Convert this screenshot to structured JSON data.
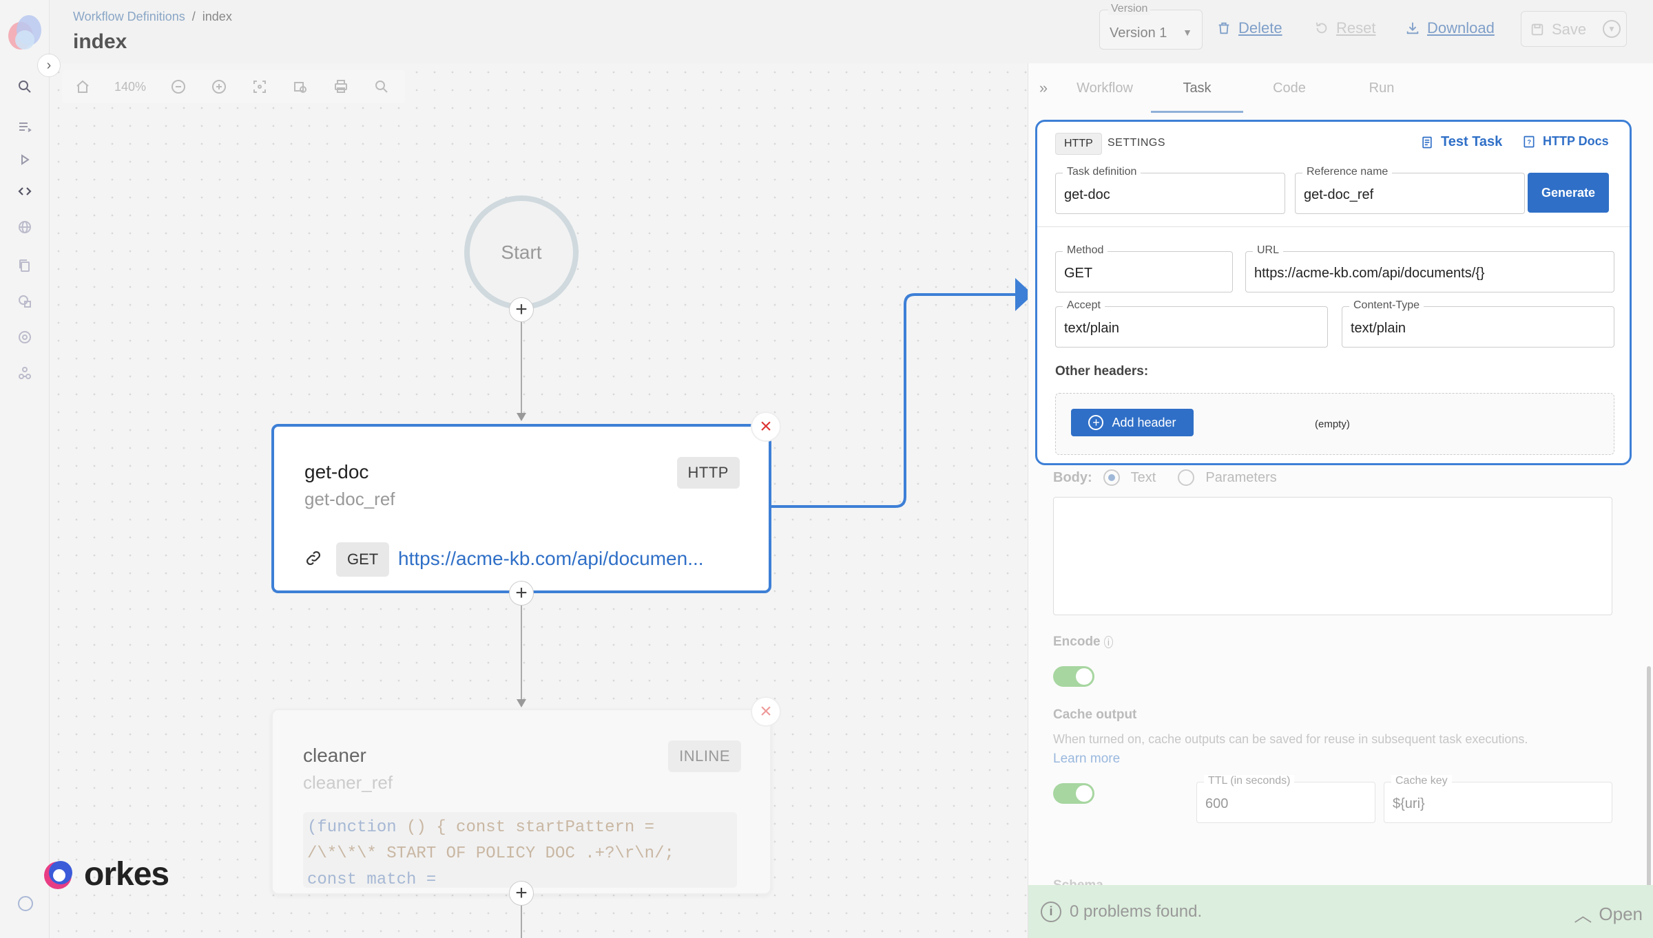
{
  "header": {
    "breadcrumb": {
      "parent": "Workflow Definitions",
      "separator": "/",
      "current": "index"
    },
    "title": "index",
    "version": {
      "label": "Version",
      "value": "Version 1"
    },
    "actions": {
      "delete": "Delete",
      "reset": "Reset",
      "download": "Download",
      "save": "Save"
    }
  },
  "toolbar": {
    "zoom": "140%"
  },
  "canvas": {
    "start_label": "Start",
    "tasks": [
      {
        "name": "get-doc",
        "ref": "get-doc_ref",
        "type": "HTTP",
        "method": "GET",
        "url": "https://acme-kb.com/api/documen..."
      },
      {
        "name": "cleaner",
        "ref": "cleaner_ref",
        "type": "INLINE",
        "code_line1_kw": "(function",
        "code_line1_rest": " () { const startPattern =",
        "code_line2": "/\\*\\*\\* START OF POLICY DOC .+?\\r\\n/;",
        "code_line3": "const match ="
      }
    ]
  },
  "panel": {
    "tabs": [
      "Workflow",
      "Task",
      "Code",
      "Run"
    ],
    "active_tab": "Task",
    "subtabs": {
      "http": "HTTP",
      "settings": "SETTINGS"
    },
    "test_task": "Test Task",
    "http_docs": "HTTP Docs",
    "task_definition": {
      "label": "Task definition",
      "value": "get-doc"
    },
    "reference_name": {
      "label": "Reference name",
      "value": "get-doc_ref"
    },
    "generate": "Generate",
    "method": {
      "label": "Method",
      "value": "GET"
    },
    "url": {
      "label": "URL",
      "value": "https://acme-kb.com/api/documents/{}"
    },
    "accept": {
      "label": "Accept",
      "value": "text/plain"
    },
    "content_type": {
      "label": "Content-Type",
      "value": "text/plain"
    },
    "other_headers": "Other headers:",
    "add_header": "Add header",
    "headers_empty": "(empty)",
    "body": {
      "label": "Body:",
      "option_text": "Text",
      "option_params": "Parameters",
      "selected": "Text"
    },
    "encode": {
      "label": "Encode",
      "on": true
    },
    "cache_output": {
      "label": "Cache output",
      "hint": "When turned on, cache outputs can be saved for reuse in subsequent task executions.",
      "learn_more": "Learn more",
      "on": true,
      "ttl": {
        "label": "TTL (in seconds)",
        "value": "600"
      },
      "cache_key": {
        "label": "Cache key",
        "value": "${uri}"
      }
    },
    "schema_label": "Schema",
    "problems": {
      "text": "0 problems found.",
      "open": "Open"
    }
  },
  "brand": {
    "name": "orkes"
  },
  "colors": {
    "accent": "#2f6fc7",
    "selected_border": "#3d7fd6",
    "error": "#d33333",
    "success_bg": "#dceedd"
  }
}
